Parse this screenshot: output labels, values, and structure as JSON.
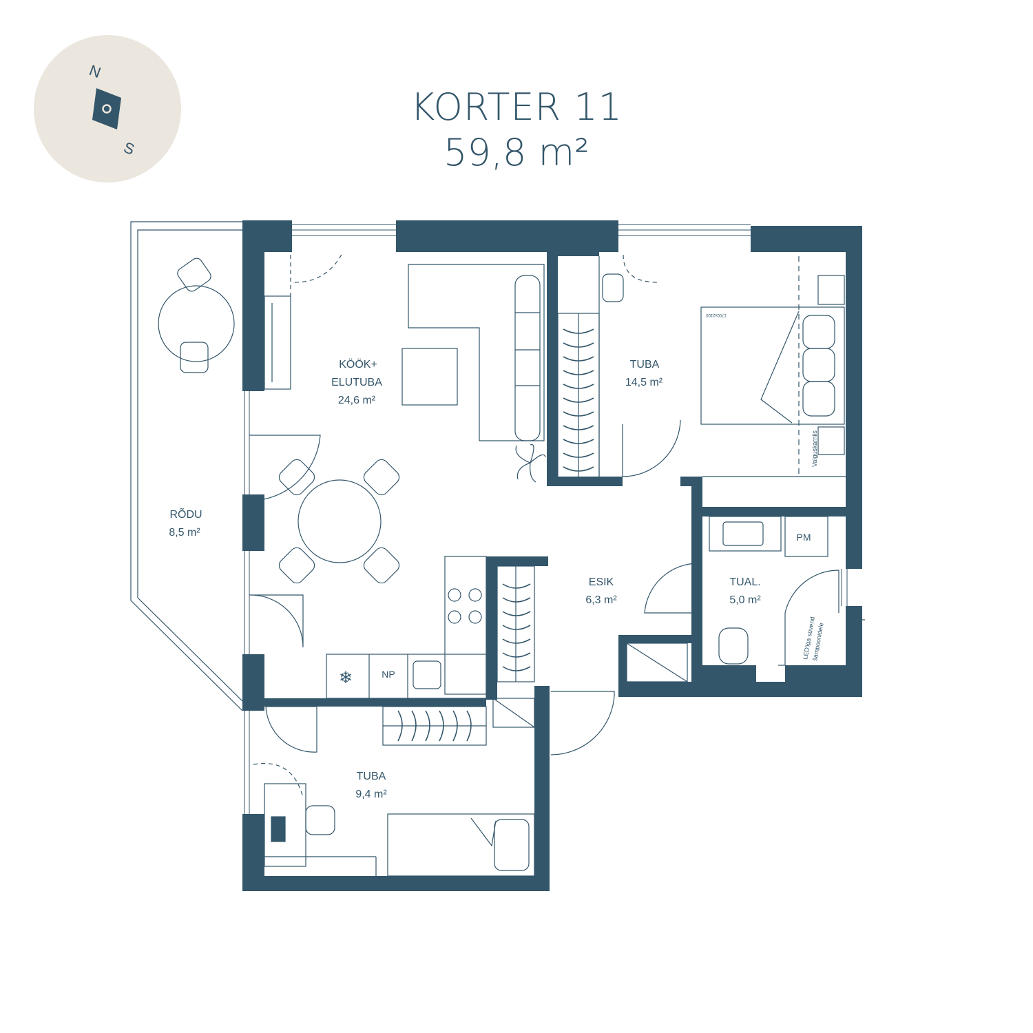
{
  "header": {
    "title": "KORTER 11",
    "area": "59,8 m²"
  },
  "compass": {
    "north": "N",
    "south": "S"
  },
  "rooms": [
    {
      "name": "KÖÖK+",
      "name2": "ELUTUBA",
      "area": "24,6 m²"
    },
    {
      "name": "TUBA",
      "area": "14,5 m²"
    },
    {
      "name": "RÕDU",
      "area": "8,5 m²"
    },
    {
      "name": "ESIK",
      "area": "6,3 m²"
    },
    {
      "name": "TUAL.",
      "area": "5,0 m²"
    },
    {
      "name": "TUBA",
      "area": "9,4 m²"
    }
  ],
  "fixtures": {
    "fridge_icon": "snowflake-icon",
    "dishwasher": "NP",
    "washer": "PM",
    "bed_size": "1700x2100",
    "light_curtain": "Valguskarniis",
    "led_note_1": "LED'iga süvend",
    "led_note_2": "šampoonidele"
  },
  "colors": {
    "wall": "#33566a",
    "line": "#33566a",
    "compass_bg": "#ebe6de"
  }
}
